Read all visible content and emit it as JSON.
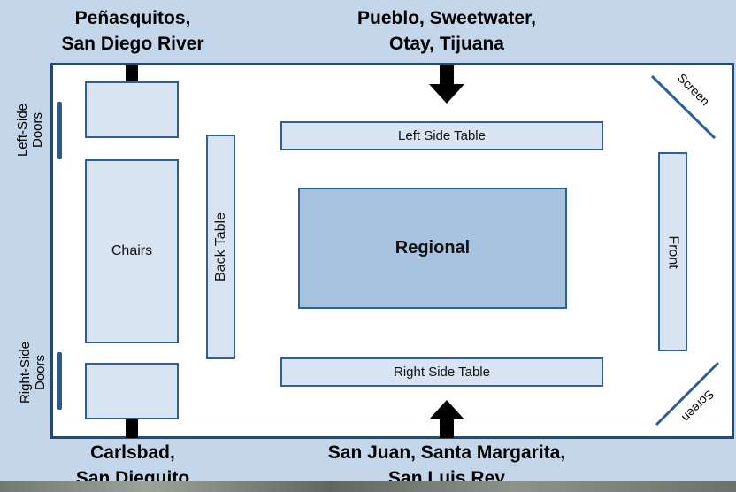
{
  "groups": {
    "top_left": [
      "Peñasquitos,",
      "San Diego River"
    ],
    "top_center": [
      "Pueblo, Sweetwater,",
      "Otay, Tijuana"
    ],
    "bottom_left": [
      "Carlsbad,",
      "San Dieguito"
    ],
    "bottom_center": [
      "San Juan, Santa Margarita,",
      "San Luis Rey"
    ]
  },
  "doors": {
    "left": [
      "Left-Side",
      "Doors"
    ],
    "right": [
      "Right-Side",
      "Doors"
    ]
  },
  "furniture": {
    "chairs": "Chairs",
    "back_table": "Back Table",
    "left_side_table": "Left Side Table",
    "right_side_table": "Right Side Table",
    "regional": "Regional",
    "front": "Front",
    "screen_top": "Screen",
    "screen_bottom": "Screen"
  },
  "colors": {
    "background": "#c3d6ea",
    "room_border": "#1c4b80",
    "box_fill": "#d8e4f1",
    "regional_fill": "#a7c3e0",
    "arrow": "#000000"
  }
}
